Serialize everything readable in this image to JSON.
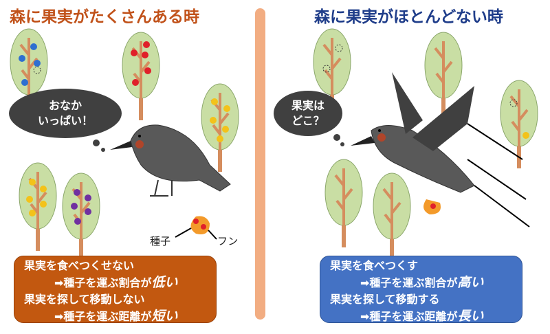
{
  "left": {
    "title": "森に果実がたくさんある時",
    "bubble": [
      "おなか",
      "いっぱい！"
    ],
    "seed_label": "種子",
    "feces_label": "フン",
    "box": {
      "line1": "果実を食べつくせない",
      "line2_prefix": "➡種子を運ぶ割合が",
      "line2_emph": "低い",
      "line3": "果実を探して移動しない",
      "line4_prefix": "➡種子を運ぶ距離が",
      "line4_emph": "短い"
    },
    "color": "#c25810"
  },
  "right": {
    "title": "森に果実がほとんどない時",
    "bubble": [
      "果実は",
      "どこ？"
    ],
    "box": {
      "line1": "果実を食べつくす",
      "line2_prefix": "➡種子を運ぶ割合が",
      "line2_emph": "高い",
      "line3": "果実を探して移動する",
      "line4_prefix": "➡種子を運ぶ距離が",
      "line4_emph": "長い"
    },
    "color": "#4472c4"
  }
}
